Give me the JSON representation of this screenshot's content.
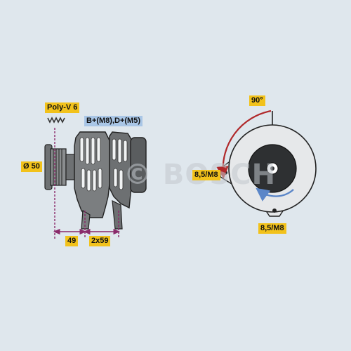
{
  "labels": {
    "belt": "Poly-V 6",
    "terminals": "B+(M8),D+(M5)",
    "pulley_diameter": "Ø 50",
    "dim_left": "49",
    "dim_right": "2x59",
    "angle": "90°",
    "mount_upper": "8,5/M8",
    "mount_lower": "8,5/M8"
  },
  "watermark": {
    "text": "© BOSCH"
  },
  "colors": {
    "background": "#dfe7ed",
    "label_yellow": "#f2c21b",
    "label_blue": "#a9c6e6",
    "body_gray": "#7b7e80",
    "dim_purple": "#8a2a6a",
    "arrow_red": "#b0282a",
    "arrow_blue": "#5b86c8"
  },
  "icons": {
    "belt_groove": "poly-v-groove-icon",
    "rotation": "rotation-arrow-icon"
  }
}
